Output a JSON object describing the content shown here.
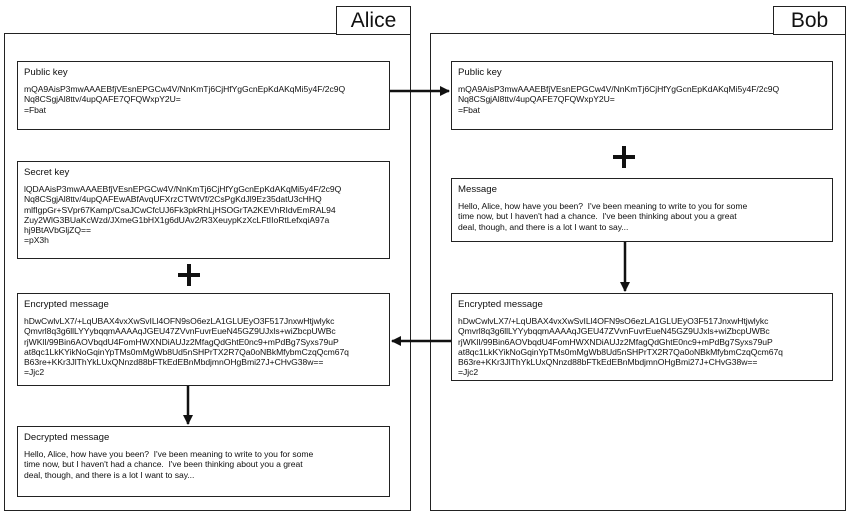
{
  "alice": {
    "label": "Alice",
    "public_key": {
      "title": "Public key",
      "body": "mQA9AisP3mwAAAEBfjVEsnEPGCw4V/NnKmTj6CjHfYgGcnEpKdAKqMi5y4F/2c9Q\nNq8CSgjAl8ttv/4upQAFE7QFQWxpY2U=\n=Fbat"
    },
    "secret_key": {
      "title": "Secret key",
      "body": "lQDAAisP3mwAAAEBfjVEsnEPGCw4V/NnKmTj6CjHfYgGcnEpKdAKqMi5y4F/2c9Q\nNq8CSgjAl8ttv/4upQAFEwABfAvqUFXrzCTWtVf/2CsPgKdJl9Ez35datU3cHHQ\nmlfIgpGr+SVpr67Kamp/CsaJCwCfcUJ6Fk3pkRhLjHSOGrTA2KEVhRIdvEmRAL94\nZuy2WlG3BUaKcWzd/JXmeG1bHX1g6dUAv2/R3XeuypKzXcLFtIIoRtLefxqiA97a\nhj9BtAVbGljZQ==\n=pX3h"
    },
    "encrypted_message": {
      "title": "Encrypted message",
      "body": "hDwCwlvLX7/+LqUBAX4vxXwSvILl4OFN9sO6ezLA1GLUEyO3F517JnxwHtjwlykc\nQmvrl8q3g6llLYYybqqmAAAAqJGEU47ZVvnFuvrEueN45GZ9UJxls+wiZbcpUWBc\nrjWKlI/99Bin6AOVbqdU4FomHWXNDiAUJz2MfagQdGhtE0nc9+mPdBg7Syxs79uP\nat8qc1LkKYikNoGqinYpTMs0mMgWb8Ud5nSHPrTX2R7Qa0oNBkMfybmCzqQcm67q\nB63re+KKr3JlThYkLUxQNnzd88bFTkEdEBnMbdjmnOHgBmi27J+CHvG38w==\n=Jjc2"
    },
    "decrypted_message": {
      "title": "Decrypted message",
      "body": "Hello, Alice, how have you been?  I've been meaning to write to you for some\ntime now, but I haven't had a chance.  I've been thinking about you a great\ndeal, though, and there is a lot I want to say..."
    }
  },
  "bob": {
    "label": "Bob",
    "public_key": {
      "title": "Public key",
      "body": "mQA9AisP3mwAAAEBfjVEsnEPGCw4V/NnKmTj6CjHfYgGcnEpKdAKqMi5y4F/2c9Q\nNq8CSgjAl8ttv/4upQAFE7QFQWxpY2U=\n=Fbat"
    },
    "message": {
      "title": "Message",
      "body": "Hello, Alice, how have you been?  I've been meaning to write to you for some\ntime now, but I haven't had a chance.  I've been thinking about you a great\ndeal, though, and there is a lot I want to say..."
    },
    "encrypted_message": {
      "title": "Encrypted message",
      "body": "hDwCwlvLX7/+LqUBAX4vxXwSvILl4OFN9sO6ezLA1GLUEyO3F517JnxwHtjwlykc\nQmvrl8q3g6llLYYybqqmAAAAqJGEU47ZVvnFuvrEueN45GZ9UJxls+wiZbcpUWBc\nrjWKlI/99Bin6AOVbqdU4FomHWXNDiAUJz2MfagQdGhtE0nc9+mPdBg7Syxs79uP\nat8qc1LkKYikNoGqinYpTMs0mMgWb8Ud5nSHPrTX2R7Qa0oNBkMfybmCzqQcm67q\nB63re+KKr3JlThYkLUxQNnzd88bFTkEdEBnMbdjmnOHgBmi27J+CHvG38w==\n=Jjc2"
    }
  }
}
